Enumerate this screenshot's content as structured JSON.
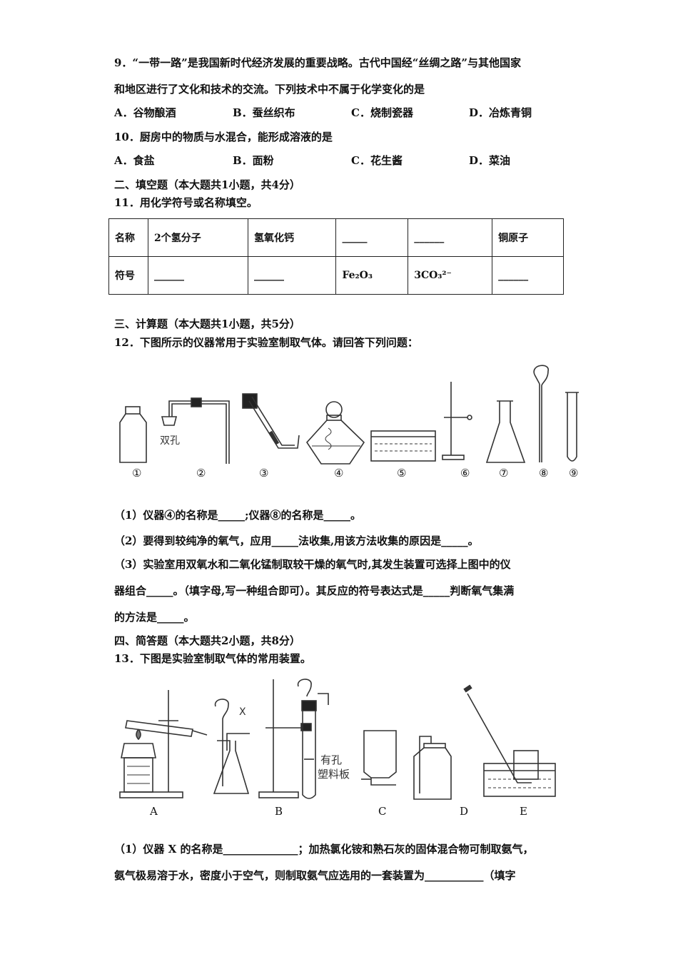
{
  "q9": {
    "stem_line1": "9．“一带一路”是我国新时代经济发展的重要战略。古代中国经“丝绸之路”与其他国家",
    "stem_line2": "和地区进行了文化和技术的交流。下列技术中不属于化学变化的是",
    "options": [
      "A．谷物酿酒",
      "B．蚕丝织布",
      "C．烧制瓷器",
      "D．冶炼青铜"
    ]
  },
  "q10": {
    "stem": "10．厨房中的物质与水混合，能形成溶液的是",
    "options": [
      "A．食盐",
      "B．面粉",
      "C．花生酱",
      "D．菜油"
    ]
  },
  "section2": "二、填空题（本大题共1小题，共4分）",
  "q11": {
    "stem": "11．用化学符号或名称填空。",
    "row1": [
      "名称",
      "2个氢分子",
      "氢氧化钙",
      "_____",
      "______",
      "铜原子"
    ],
    "row2": [
      "符号",
      "______",
      "______",
      "Fe₂O₃",
      "3CO₃²⁻",
      "______"
    ]
  },
  "section3": "三、计算题（本大题共1小题，共5分）",
  "q12": {
    "stem": "12．下图所示的仪器常用于实验室制取气体。请回答下列问题：",
    "label_double_hole": "双孔",
    "apparatus_numbers": [
      "①",
      "②",
      "③",
      "④",
      "⑤",
      "⑥",
      "⑦",
      "⑧",
      "⑨"
    ],
    "sub1": "（1）仪器④的名称是_____;仪器⑧的名称是_____。",
    "sub2": "（2）要得到较纯净的氧气，应用_____法收集,用该方法收集的原因是_____。",
    "sub3_line1": "（3）实验室用双氧水和二氧化锰制取较干燥的氧气时,其发生装置可选择上图中的仪",
    "sub3_line2": "器组合_____。（填字母,写一种组合即可）。其反应的符号表达式是_____判断氧气集满",
    "sub3_line3": "的方法是_____。"
  },
  "section4": "四、简答题（本大题共2小题，共8分）",
  "q13": {
    "stem": "13．下图是实验室制取气体的常用装置。",
    "label_x": "X",
    "label_plate_1": "有孔",
    "label_plate_2": "塑料板",
    "device_labels": [
      "A",
      "B",
      "C",
      "D",
      "E"
    ],
    "sub1_line1": "（1）仪器 X 的名称是______________；加热氯化铵和熟石灰的固体混合物可制取氨气，",
    "sub1_line2": "氨气极易溶于水，密度小于空气，则制取氨气应选用的一套装置为___________（填字"
  }
}
